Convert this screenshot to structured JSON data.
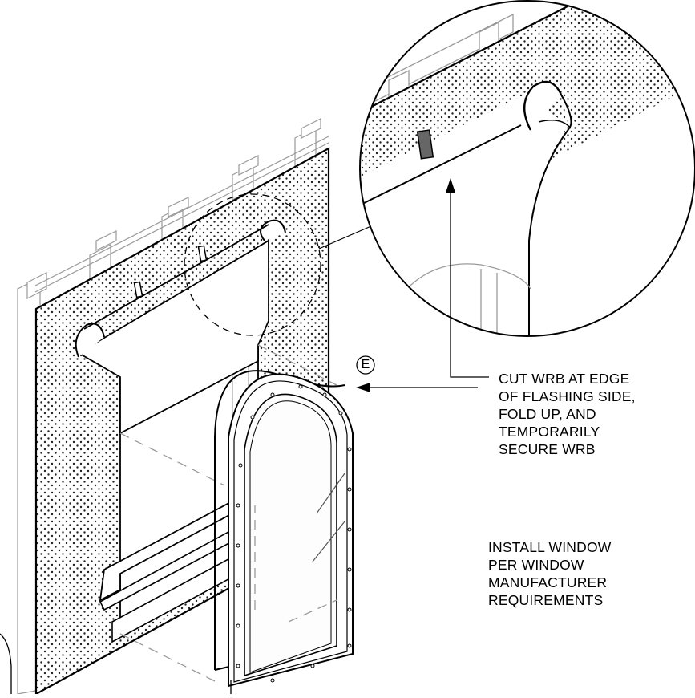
{
  "callouts": {
    "cut_wrb": [
      "CUT WRB AT EDGE",
      "OF FLASHING SIDE,",
      "FOLD UP, AND",
      "TEMPORARILY",
      "SECURE WRB"
    ],
    "install_window": [
      "INSTALL WINDOW",
      "PER WINDOW",
      "MANUFACTURER",
      "REQUIREMENTS"
    ]
  },
  "tag": "E"
}
